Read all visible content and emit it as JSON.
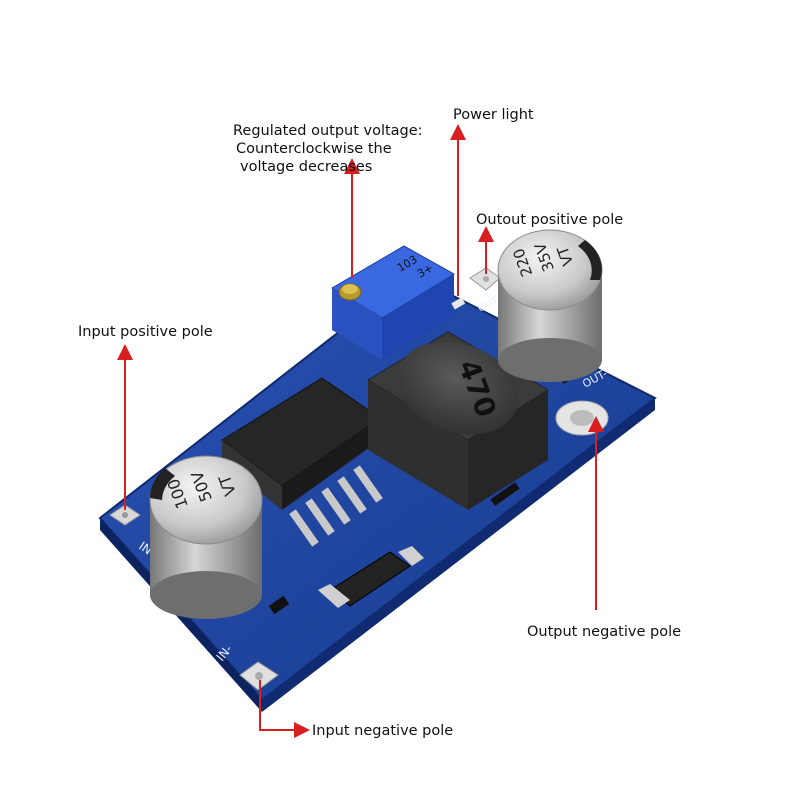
{
  "labels": {
    "regulated_line1": "Regulated output voltage:",
    "regulated_line2": "Counterclockwise the",
    "regulated_line3": "voltage decreases",
    "power_light": "Power light",
    "output_positive": "Outout positive pole",
    "input_positive": "Input positive pole",
    "output_negative": "Output negative pole",
    "input_negative": "Input negative pole"
  },
  "board": {
    "inductor_marking": "470",
    "cap_left_line1": "100",
    "cap_left_line2": "50V",
    "cap_left_line3": "VT",
    "cap_right_line1": "220",
    "cap_right_line2": "35V",
    "cap_right_line3": "VT",
    "pot_line1": "103",
    "pot_line2": "3+",
    "silk_in_plus": "IN+",
    "silk_in_minus": "IN-",
    "silk_out_minus": "OUT-",
    "silk_out_plus": "OUT+"
  },
  "colors": {
    "pcb": "#1a3f95",
    "pcb_edge": "#0f2a6c",
    "arrow": "#d81e1e",
    "inductor": "#3a3a3a",
    "pot": "#2a55c9"
  }
}
